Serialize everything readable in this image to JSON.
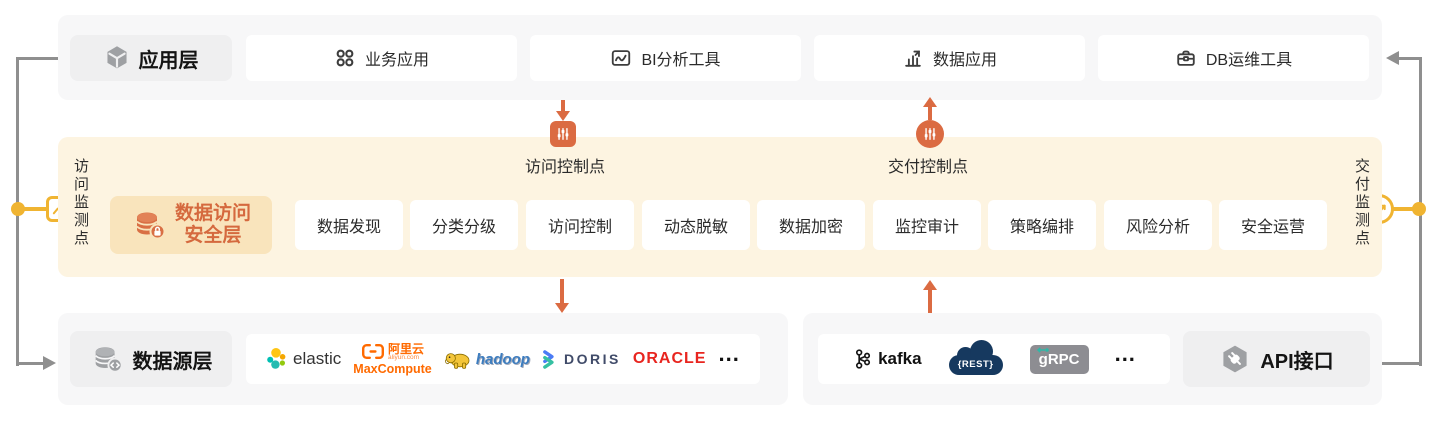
{
  "app_layer": {
    "title": "应用层",
    "items": [
      {
        "label": "业务应用"
      },
      {
        "label": "BI分析工具"
      },
      {
        "label": "数据应用"
      },
      {
        "label": "DB运维工具"
      }
    ]
  },
  "security_layer": {
    "title_line1": "数据访问",
    "title_line2": "安全层",
    "access_control_point": "访问控制点",
    "delivery_control_point": "交付控制点",
    "access_monitor_point": "访问监测点",
    "delivery_monitor_point": "交付监测点",
    "cards": [
      "数据发现",
      "分类分级",
      "访问控制",
      "动态脱敏",
      "数据加密",
      "监控审计",
      "策略编排",
      "风险分析",
      "安全运营"
    ]
  },
  "source_layer": {
    "title": "数据源层",
    "logos": {
      "elastic": "elastic",
      "aliyun_name": "阿里云",
      "aliyun_domain": "aliyun.com",
      "aliyun_product": "MaxCompute",
      "hadoop": "hadoop",
      "doris": "DORIS",
      "oracle": "ORACLE",
      "more": "..."
    }
  },
  "delivery_channels": {
    "api_title": "API接口",
    "logos": {
      "kafka": "kafka",
      "rest": "{REST}",
      "grpc": "gRPC",
      "more": "..."
    }
  },
  "colors": {
    "accent_orange": "#DB6B42",
    "monitor_yellow": "#F0B431",
    "band_cream": "#FDF4E1",
    "connector_gray": "#8F8F8F"
  }
}
